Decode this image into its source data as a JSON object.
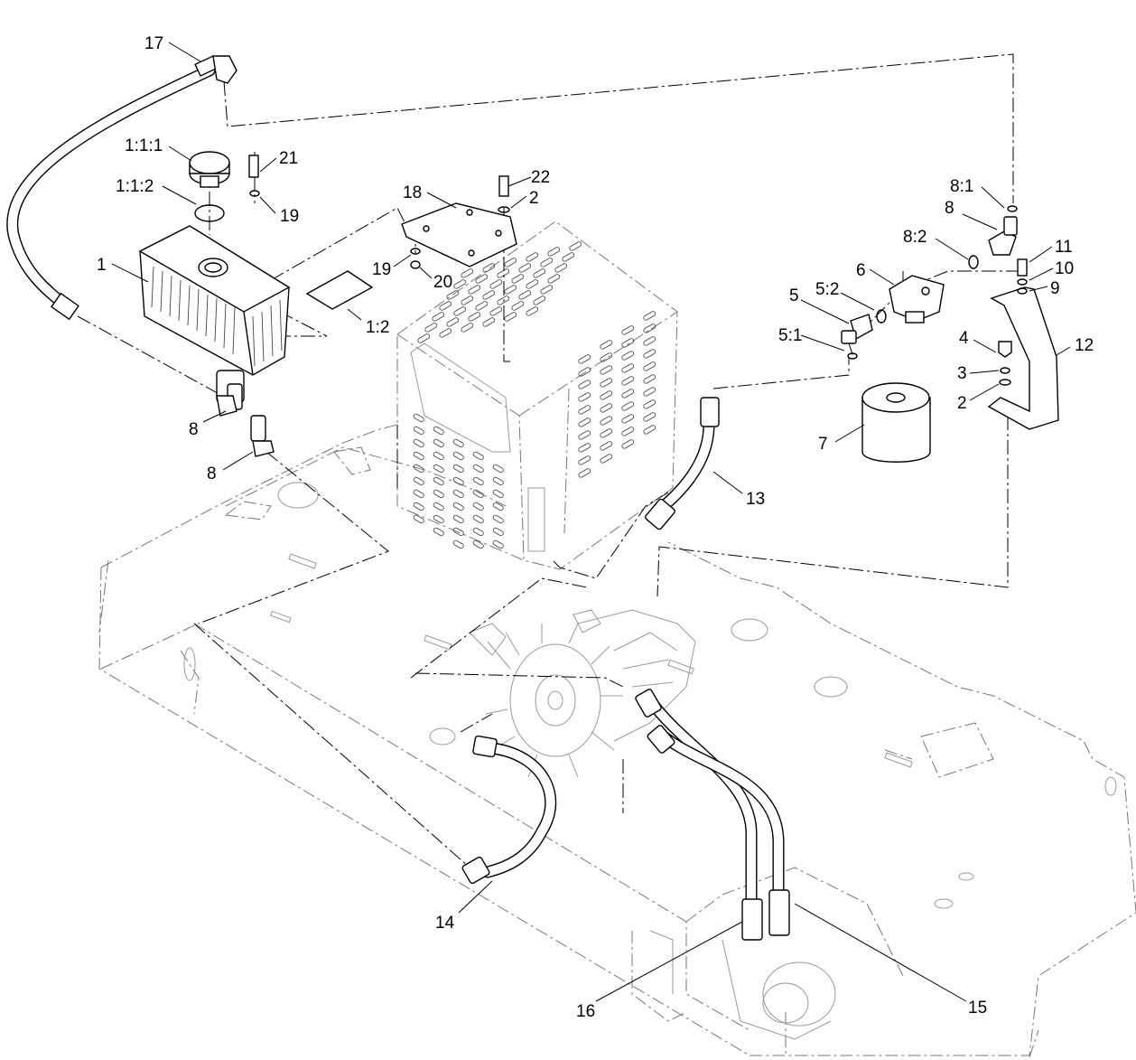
{
  "callouts": [
    {
      "id": "17",
      "text": "17"
    },
    {
      "id": "1-1-1",
      "text": "1:1:1"
    },
    {
      "id": "1-1-2",
      "text": "1:1:2"
    },
    {
      "id": "21",
      "text": "21"
    },
    {
      "id": "19a",
      "text": "19"
    },
    {
      "id": "1",
      "text": "1"
    },
    {
      "id": "1-2",
      "text": "1:2"
    },
    {
      "id": "8a",
      "text": "8"
    },
    {
      "id": "8b",
      "text": "8"
    },
    {
      "id": "18",
      "text": "18"
    },
    {
      "id": "22",
      "text": "22"
    },
    {
      "id": "2a",
      "text": "2"
    },
    {
      "id": "19b",
      "text": "19"
    },
    {
      "id": "20",
      "text": "20"
    },
    {
      "id": "8-1",
      "text": "8:1"
    },
    {
      "id": "8c",
      "text": "8"
    },
    {
      "id": "8-2",
      "text": "8:2"
    },
    {
      "id": "11",
      "text": "11"
    },
    {
      "id": "10",
      "text": "10"
    },
    {
      "id": "9",
      "text": "9"
    },
    {
      "id": "6",
      "text": "6"
    },
    {
      "id": "5",
      "text": "5"
    },
    {
      "id": "5-2",
      "text": "5:2"
    },
    {
      "id": "5-1",
      "text": "5:1"
    },
    {
      "id": "4",
      "text": "4"
    },
    {
      "id": "3",
      "text": "3"
    },
    {
      "id": "2b",
      "text": "2"
    },
    {
      "id": "12",
      "text": "12"
    },
    {
      "id": "7",
      "text": "7"
    },
    {
      "id": "13",
      "text": "13"
    },
    {
      "id": "14",
      "text": "14"
    },
    {
      "id": "16",
      "text": "16"
    },
    {
      "id": "15",
      "text": "15"
    }
  ]
}
